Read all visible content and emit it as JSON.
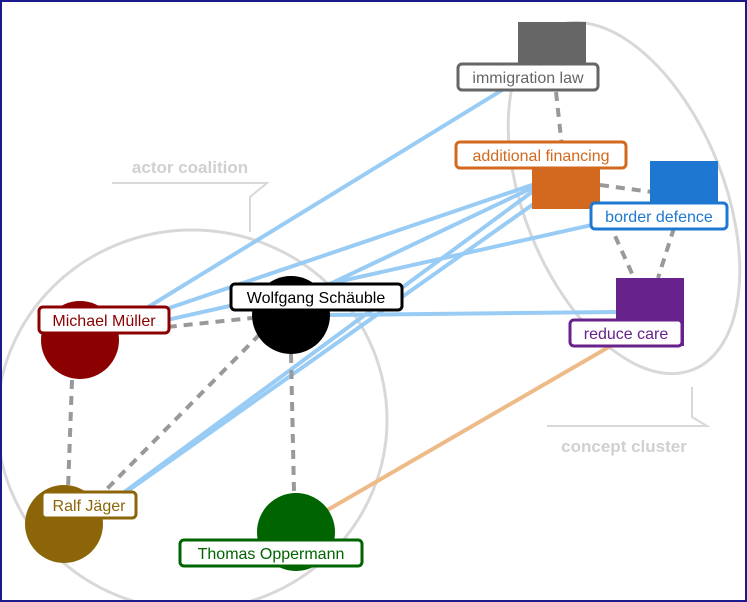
{
  "annotations": {
    "actor_coalition": "actor coalition",
    "concept_cluster": "concept cluster"
  },
  "actors": [
    {
      "id": "michael",
      "label": "Michael Müller",
      "color": "#8b0000"
    },
    {
      "id": "wolfgang",
      "label": "Wolfgang Schäuble",
      "color": "#000000"
    },
    {
      "id": "ralf",
      "label": "Ralf Jäger",
      "color": "#8b6508"
    },
    {
      "id": "thomas",
      "label": "Thomas Oppermann",
      "color": "#006400"
    }
  ],
  "concepts": [
    {
      "id": "immigration",
      "label": "immigration law",
      "color": "#666666"
    },
    {
      "id": "financing",
      "label": "additional financing",
      "color": "#d2691e"
    },
    {
      "id": "border",
      "label": "border defence",
      "color": "#1e78d2"
    },
    {
      "id": "care",
      "label": "reduce care",
      "color": "#68228b"
    }
  ],
  "colors": {
    "positive_edge": "#99ccf5",
    "negative_edge": "#eebb88",
    "similarity_edge": "#999999",
    "cluster_outline": "#d8d8d8",
    "frame": "#1a1a8c"
  }
}
